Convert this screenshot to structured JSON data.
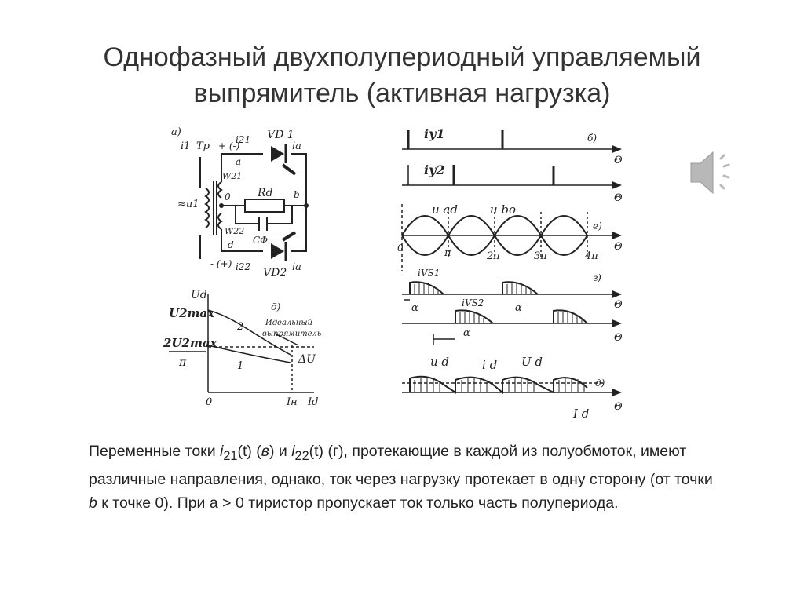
{
  "slide": {
    "title_line1": "Однофазный двухполупериодный управляемый",
    "title_line2": "выпрямитель (активная нагрузка)"
  },
  "diagram_a": {
    "panel": "а)",
    "i1": "i1",
    "tr": "Tp",
    "plus_minus": "+ (-)",
    "i21": "i21",
    "vd1": "VD 1",
    "ia_top": "ia",
    "a": "a",
    "w21": "W21",
    "zero": "0",
    "rd": "Rd",
    "b": "b",
    "u1": "≈u1",
    "w22": "W22",
    "d": "d",
    "cf": "CФ",
    "minus_plus": "- (+)",
    "i22": "i22",
    "vd2": "VD2",
    "ia_bottom": "ia"
  },
  "diagram_d": {
    "panel": "д)",
    "ud_axis": "Ud",
    "u2max": "U2max",
    "two_u2max": "2U2max",
    "pi": "π",
    "ideal_1": "Идеальный",
    "ideal_2": "выпрямитель",
    "curve_2": "2",
    "curve_1": "1",
    "delta_u": "ΔU",
    "origin": "0",
    "in": "Iн",
    "id_axis": "Id"
  },
  "waveforms": {
    "b_panel": "б)",
    "iy1": "iy1",
    "c_panel": "",
    "iy2": "iy2",
    "theta": "Θ",
    "e_panel": "е)",
    "uad": "u ad",
    "ubo": "u bo",
    "zero": "0",
    "pi": "π",
    "two_pi": "2π",
    "three_pi": "3π",
    "four_pi": "4π",
    "g_panel": "г)",
    "ivs1": "iVS1",
    "alpha1": "α",
    "alpha2": "α",
    "ivs2": "iVS2",
    "alpha3": "α",
    "d_panel": "д)",
    "ud_small": "u d",
    "id_small": "i d",
    "ud_right": "U d",
    "id_bottom": "I d"
  },
  "caption": {
    "p1": "Переменные токи ",
    "i21_i": "i",
    "i21_sub": "21",
    "i21_t": "(t) (",
    "v": "в",
    "and": ") и  ",
    "i22_i": "i",
    "i22_sub": "22",
    "i22_t": "(t) (г), протекающие в каждой из полуобмоток, имеют различные направления, однако, ток через нагрузку протекает в одну сторону (от точки ",
    "b": "b",
    "p2": " к точке 0).  При а > 0 тиристор пропускает ток только часть полупериода."
  },
  "icons": {
    "speaker": "speaker-icon"
  },
  "colors": {
    "title": "#333333",
    "ink": "#222222",
    "speaker": "#b8b8b8"
  }
}
